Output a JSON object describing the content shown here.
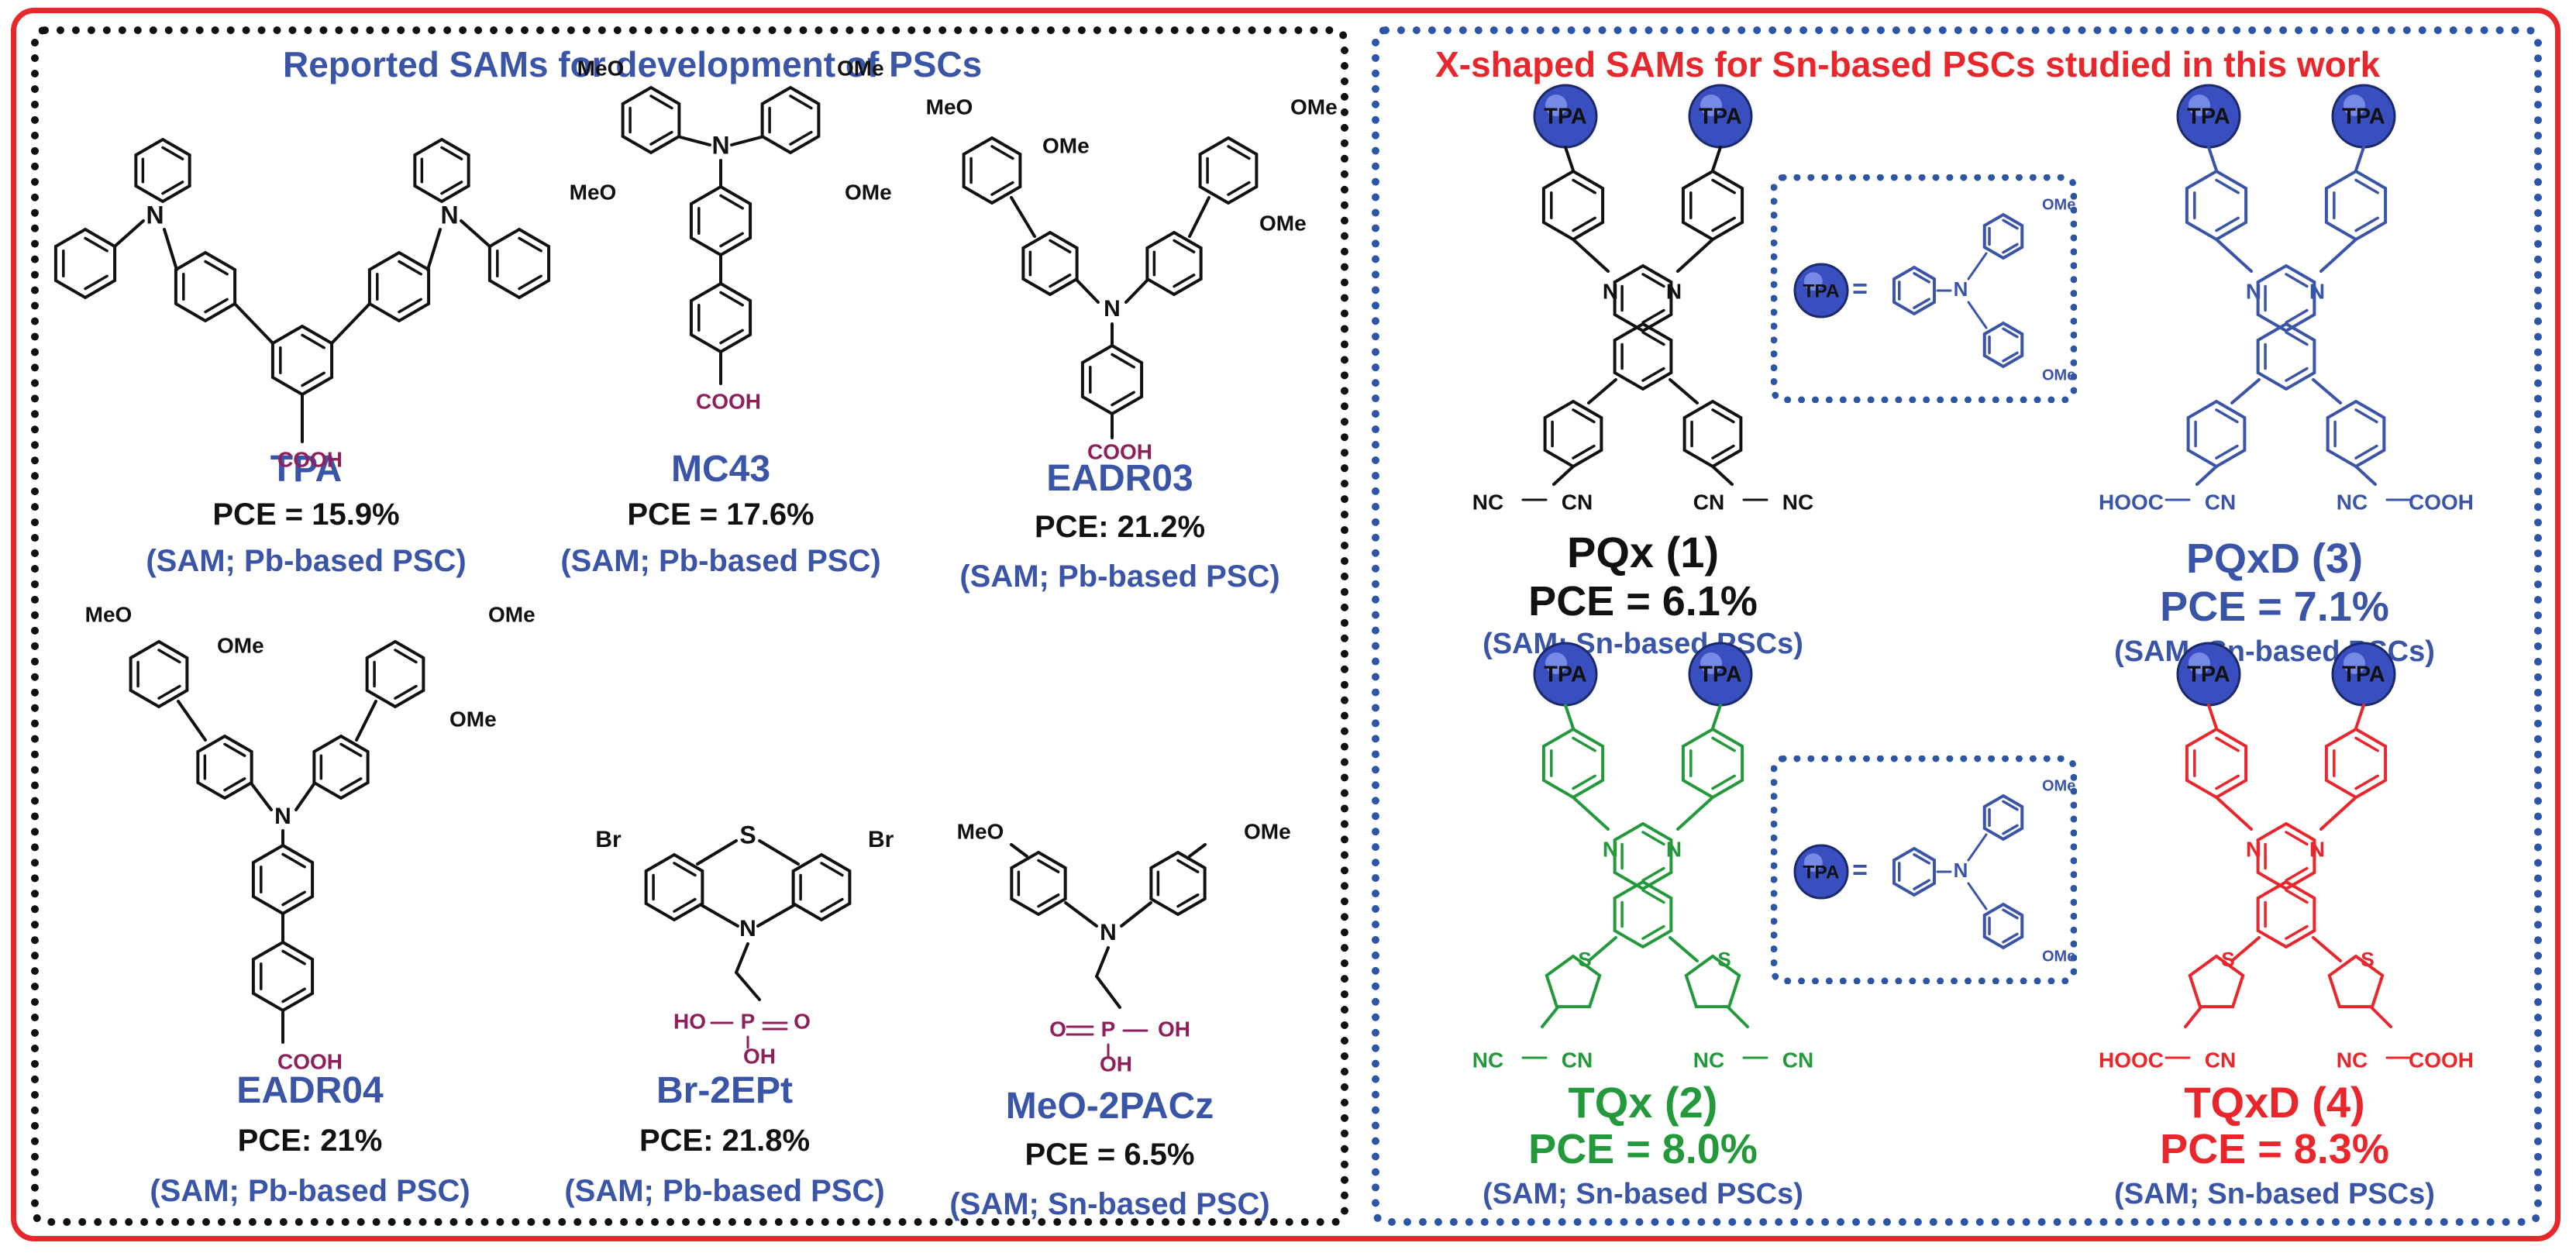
{
  "colors": {
    "frame": "#e8262b",
    "left_border": "#111111",
    "right_border": "#2c55a6",
    "blue_text": "#3a55a8",
    "acid": "#8e1f5a",
    "green": "#23993b",
    "red": "#e8262b",
    "black": "#111111",
    "sphere": "#3a4fbf"
  },
  "left_panel": {
    "title": "Reported SAMs for development of PSCs",
    "compounds": [
      {
        "name": "TPA",
        "pce": "PCE = 15.9%",
        "tag": "(SAM; Pb-based PSC)",
        "acid": "COOH"
      },
      {
        "name": "MC43",
        "pce": "PCE = 17.6%",
        "tag": "(SAM; Pb-based PSC)",
        "acid": "COOH"
      },
      {
        "name": "EADR03",
        "pce": "PCE: 21.2%",
        "tag": "(SAM; Pb-based PSC)",
        "acid": "COOH"
      },
      {
        "name": "EADR04",
        "pce": "PCE: 21%",
        "tag": "(SAM; Pb-based PSC)",
        "acid": "COOH"
      },
      {
        "name": "Br-2EPt",
        "pce": "PCE: 21.8%",
        "tag": "(SAM; Pb-based PSC)",
        "acid": "HO-P=O OH"
      },
      {
        "name": "MeO-2PACz",
        "pce": "PCE = 6.5%",
        "tag": "(SAM; Sn-based PSC)",
        "acid": "O=P-OH OH"
      }
    ],
    "atom_labels": {
      "ome": "OMe",
      "meo": "MeO",
      "n": "N",
      "s": "S",
      "br": "Br",
      "ho": "HO",
      "oh": "OH",
      "p": "P",
      "o": "O"
    }
  },
  "right_panel": {
    "title": "X-shaped SAMs for Sn-based PSCs studied in this work",
    "sphere_label": "TPA",
    "compounds": [
      {
        "name": "PQx (1)",
        "pce": "PCE = 6.1%",
        "tag": "(SAM; Sn-based PSCs)",
        "left_end": "NC",
        "right_end": "CN",
        "left_end2": "CN",
        "right_end2": "NC"
      },
      {
        "name": "PQxD (3)",
        "pce": "PCE = 7.1%",
        "tag": "(SAM; Sn-based PSCs)",
        "left_end": "HOOC",
        "right_end": "CN",
        "left_end2": "NC",
        "right_end2": "COOH"
      },
      {
        "name": "TQx (2)",
        "pce": "PCE = 8.0%",
        "tag": "(SAM; Sn-based PSCs)",
        "left_end": "NC",
        "right_end": "CN",
        "left_end2": "NC",
        "right_end2": "CN"
      },
      {
        "name": "TQxD (4)",
        "pce": "PCE = 8.3%",
        "tag": "(SAM; Sn-based PSCs)",
        "left_end": "HOOC",
        "right_end": "CN",
        "left_end2": "NC",
        "right_end2": "COOH"
      }
    ],
    "inset_labels": {
      "ome": "OMe",
      "n": "N",
      "eq": "="
    }
  }
}
